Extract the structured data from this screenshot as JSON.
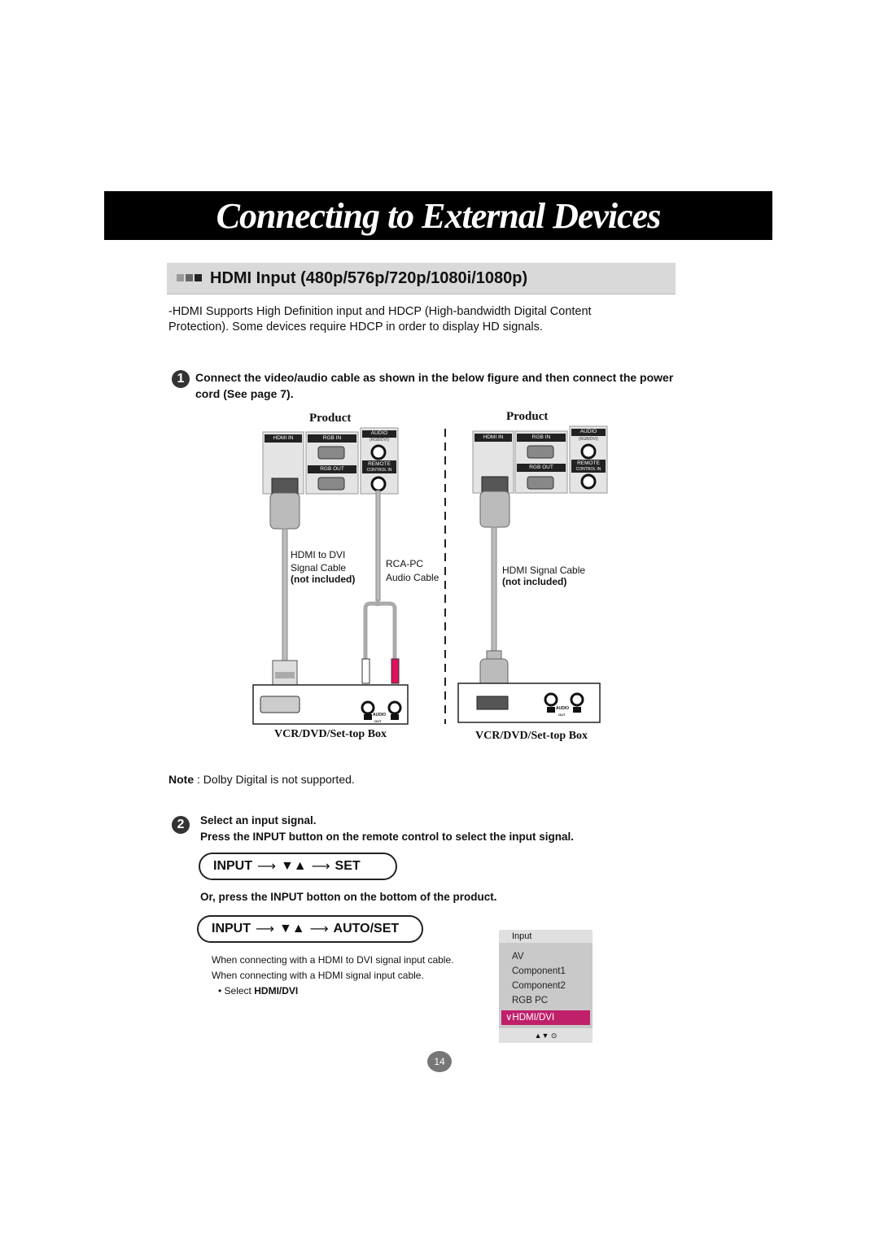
{
  "header": {
    "title": "Connecting to External Devices"
  },
  "section": {
    "title": "HDMI Input (480p/576p/720p/1080i/1080p)"
  },
  "intro": {
    "line1": "-HDMI Supports High Definition input and HDCP (High-bandwidth Digital Content",
    "line2": "Protection). Some devices require HDCP in order to display HD signals."
  },
  "step1": {
    "num": "1",
    "text": "Connect the video/audio cable as shown in the below figure and then connect the power cord (See page 7)."
  },
  "diagram_left": {
    "product_label": "Product",
    "port_hdmi_in": "HDMI IN",
    "port_rgb_in": "RGB IN",
    "port_audio": "AUDIO",
    "port_audio_sub": "(RGB/DVI)",
    "port_rgb_out": "RGB OUT",
    "port_remote": "REMOTE",
    "port_remote_sub": "CONTROL IN",
    "cable1_line1": "HDMI to DVI",
    "cable1_line2": "Signal Cable",
    "cable1_line3": "(not included)",
    "cable2_line1": "RCA-PC",
    "cable2_line2": "Audio Cable",
    "device_label": "VCR/DVD/Set-top Box",
    "audio_out": "AUDIO",
    "out": "OUT"
  },
  "diagram_right": {
    "product_label": "Product",
    "port_hdmi_in": "HDMI IN",
    "port_rgb_in": "RGB IN",
    "port_audio": "AUDIO",
    "port_audio_sub": "(RGB/DVI)",
    "port_rgb_out": "RGB OUT",
    "port_remote": "REMOTE",
    "port_remote_sub": "CONTROL IN",
    "cable_line1": "HDMI Signal Cable",
    "cable_line2": "(not included)",
    "device_label": "VCR/DVD/Set-top Box",
    "audio_out": "AUDIO",
    "out": "OUT"
  },
  "note": {
    "label": "Note",
    "text": " : Dolby Digital is not supported."
  },
  "step2": {
    "num": "2",
    "line1": "Select an input signal.",
    "line2": "Press the INPUT button on the remote control to select the input signal."
  },
  "seq1": {
    "input": "INPUT",
    "arrow": "⟶",
    "updown": "▼▲",
    "set": "SET"
  },
  "or_text": "Or, press the INPUT botton on the bottom of the product.",
  "seq2": {
    "input": "INPUT",
    "arrow": "⟶",
    "updown": "▼▲",
    "set": "AUTO/SET"
  },
  "connect_notes": {
    "line1": "When connecting with a HDMI to DVI signal input cable.",
    "line2": "When connecting with a HDMI signal input cable.",
    "line3_prefix": "• Select ",
    "line3_bold": "HDMI/DVI"
  },
  "input_menu": {
    "title": "Input",
    "items": [
      "AV",
      "Component1",
      "Component2",
      "RGB PC"
    ],
    "selected": "HDMI/DVI",
    "selected_mark": "∨",
    "footer": "▲▼ ⊙"
  },
  "page": {
    "number": "14"
  },
  "colors": {
    "accent_pink": "#e0115f",
    "menu_highlight": "#c0206a"
  }
}
